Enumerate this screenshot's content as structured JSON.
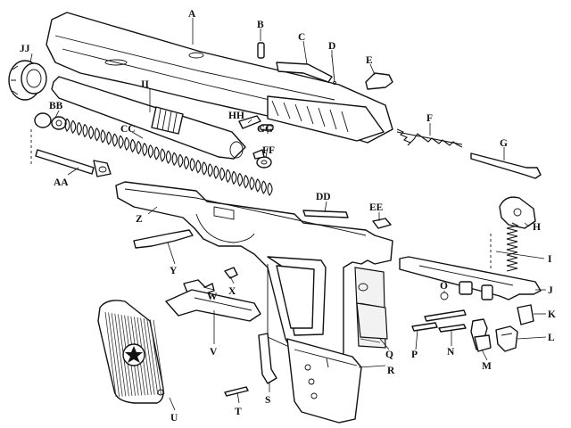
{
  "labels": {
    "A": "A",
    "B": "B",
    "C": "C",
    "D": "D",
    "E": "E",
    "F": "F",
    "G": "G",
    "H": "H",
    "I": "I",
    "J": "J",
    "K": "K",
    "L": "L",
    "M": "M",
    "N": "N",
    "O": "O",
    "P": "P",
    "Q": "Q",
    "R": "R",
    "S": "S",
    "T": "T",
    "U": "U",
    "V": "V",
    "W": "W",
    "X": "X",
    "Y": "Y",
    "Z": "Z",
    "AA": "AA",
    "BB": "BB",
    "CC": "CC",
    "DD": "DD",
    "EE": "EE",
    "FF": "FF",
    "GG": "GG",
    "HH": "HH",
    "II": "II",
    "JJ": "JJ"
  }
}
